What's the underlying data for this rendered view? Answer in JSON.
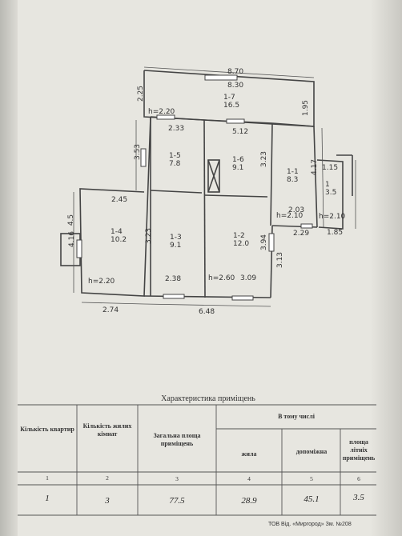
{
  "plan": {
    "rooms": [
      {
        "id": "1-1",
        "area": "8.3"
      },
      {
        "id": "1-2",
        "area": "12.0"
      },
      {
        "id": "1-3",
        "area": "9.1"
      },
      {
        "id": "1-4",
        "area": "10.2"
      },
      {
        "id": "1-5",
        "area": "7.8"
      },
      {
        "id": "1-6",
        "area": "9.1"
      },
      {
        "id": "1-7",
        "area": "16.5"
      },
      {
        "id": "1",
        "area": "3.5"
      }
    ],
    "dimensions": [
      "8.70",
      "8.30",
      "2.25",
      "1.95",
      "3.53",
      "2.33",
      "5.12",
      "3.23",
      "2.45",
      "4.5",
      "4.16",
      "3.23",
      "3.94",
      "3.13",
      "2.38",
      "3.09",
      "2.03",
      "2.29",
      "4.17",
      "1.15",
      "1.85",
      "2.74",
      "6.48"
    ],
    "heights": [
      "h=2.20",
      "h=2.10",
      "h=2.10",
      "h=2.60",
      "h=2.20"
    ]
  },
  "table": {
    "title": "Характеристика приміщень",
    "headers": {
      "apartments": "Кількість квартир",
      "rooms": "Кількість жилих кімнат",
      "total": "Загальна площа приміщень",
      "incl": "В тому числі",
      "living": "жила",
      "aux": "допоміжна",
      "summer": "площа літніх приміщень"
    },
    "col_numbers": [
      "1",
      "2",
      "3",
      "4",
      "5",
      "6"
    ],
    "values": [
      "1",
      "3",
      "77.5",
      "28.9",
      "45.1",
      "3.5"
    ]
  },
  "footer": "ТОВ Від. «Миргород» Зм. №208"
}
